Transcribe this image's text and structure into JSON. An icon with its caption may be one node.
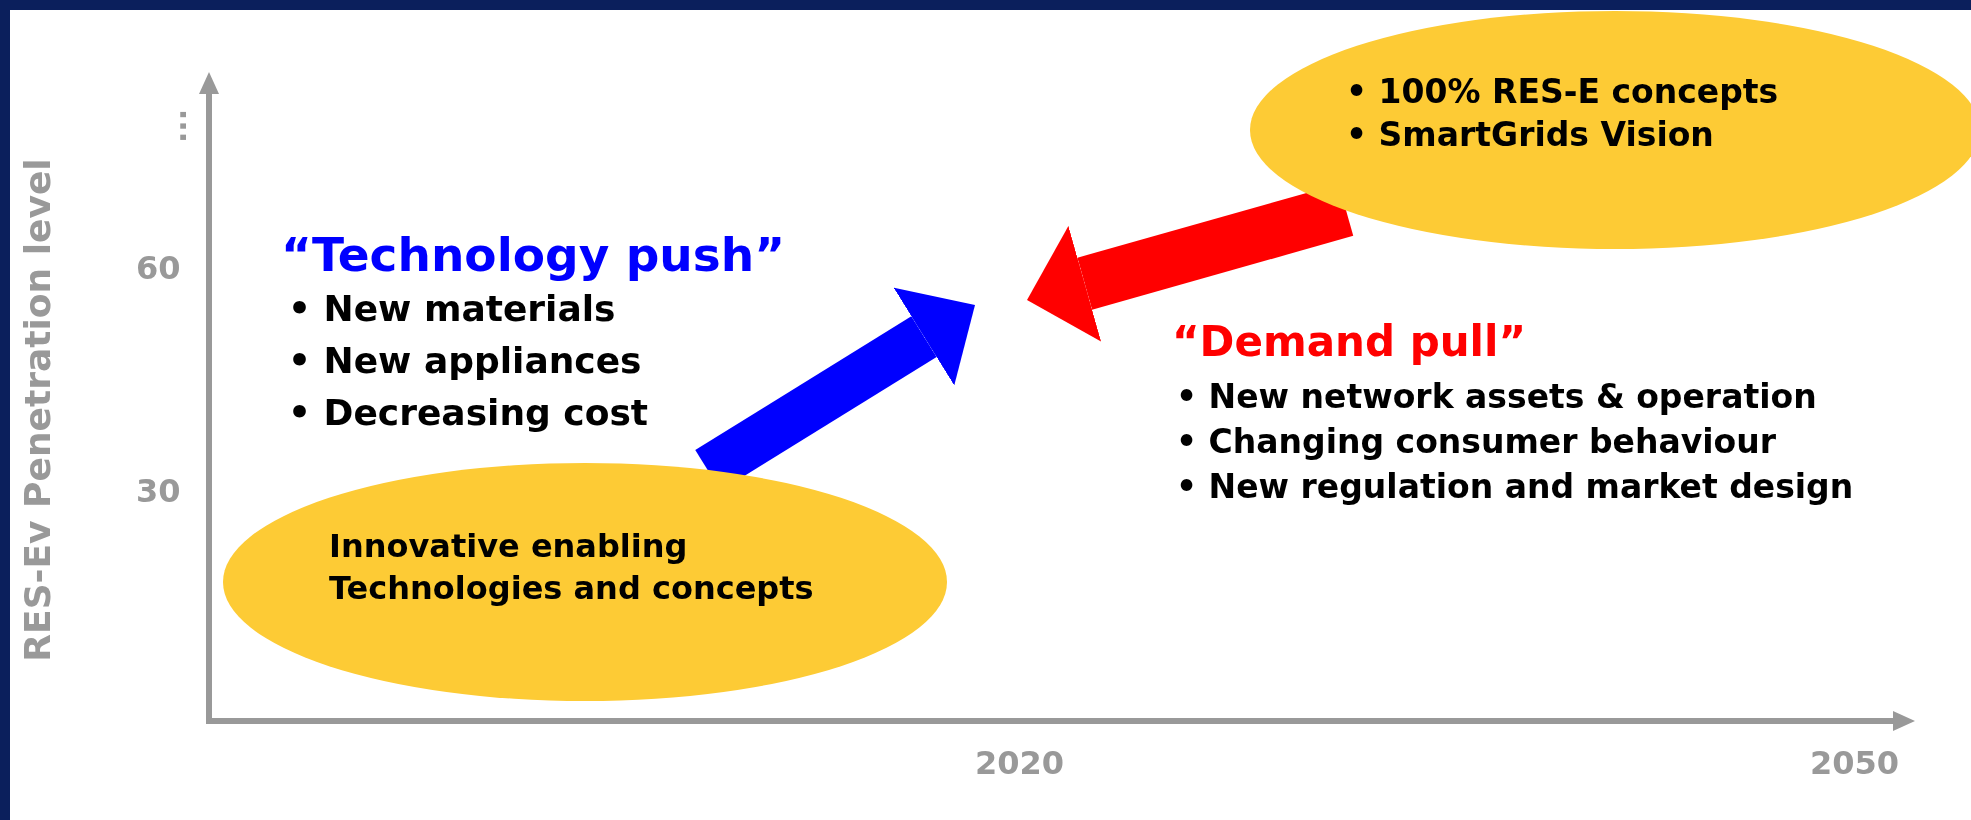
{
  "diagram": {
    "nodes": [
      {
        "text": [
          "Innovative enabling Technologies and concepts"
        ]
      },
      {
        "text": [
          "• 100% RES-E concepts",
          "• SmartGrids Vision"
        ]
      }
    ],
    "edges": [
      {
        "from": 0,
        "to": null,
        "arrow": "to",
        "color": "#0000ff"
      },
      {
        "from": 1,
        "to": null,
        "arrow": "to",
        "color": "#ff0000"
      }
    ],
    "labels": [
      "...",
      "RES-Ev Penetration level",
      "“Technology push”",
      "• New materials",
      "60",
      "• New appliances",
      "• Decreasing cost",
      "“Demand pull”",
      "• New network assets & operation",
      "• Changing consumer behaviour",
      "30",
      "• New regulation and market design",
      "2020",
      "2050"
    ]
  }
}
